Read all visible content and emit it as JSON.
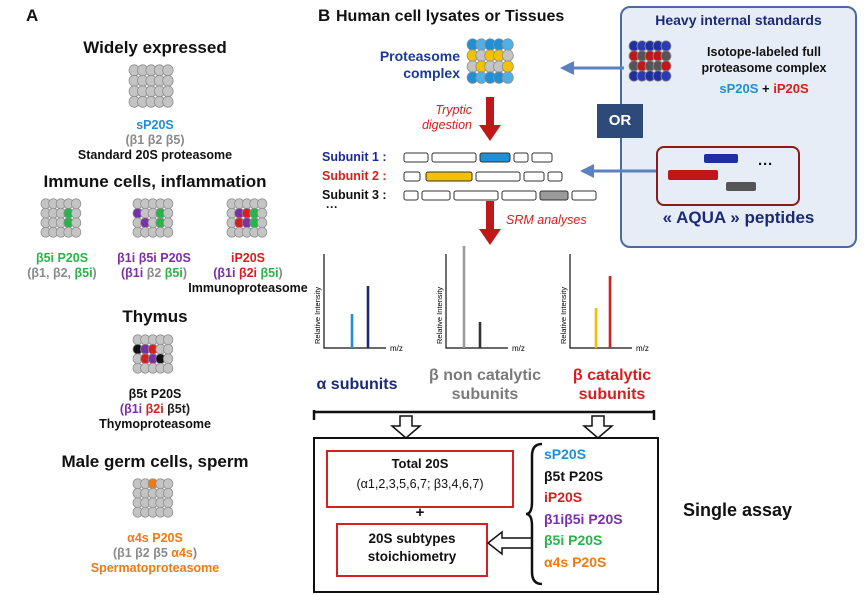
{
  "panelA": {
    "letter": "A",
    "widely": {
      "heading": "Widely expressed",
      "name": "sP20S",
      "subunits": [
        "(β1 β2 β5)"
      ],
      "desc": "Standard 20S proteasome"
    },
    "immune": {
      "heading": "Immune cells, inflammation",
      "b5i": {
        "name": "β5i P20S",
        "sub_grey": "(β1, β2, ",
        "sub_green": "β5i",
        "sub_end": ")"
      },
      "b1i": {
        "name": "β1i β5i P20S",
        "sub_purple": "(β1i",
        "sub_grey": " β2 ",
        "sub_green": "β5i",
        "sub_end": ")"
      },
      "ip": {
        "name": "iP20S",
        "sub_purple": "(β1i",
        "sub_red": " β2i ",
        "sub_green": "β5i",
        "sub_end": ")",
        "desc": "Immunoproteasome"
      }
    },
    "thymus": {
      "heading": "Thymus",
      "name": "β5t P20S",
      "sub_purple": "(β1i",
      "sub_red": " β2i ",
      "sub_dark": "β5t)",
      "desc": "Thymoproteasome"
    },
    "male": {
      "heading": "Male germ cells, sperm",
      "name": "α4s P20S",
      "sub_grey": "(β1 β2 β5 ",
      "sub_orange": "α4s",
      "sub_end": ")",
      "desc": "Spermatoproteasome"
    }
  },
  "panelB": {
    "letter": "B",
    "title": "Human cell lysates or Tissues",
    "proteasome_label": [
      "Proteasome",
      "complex"
    ],
    "tryptic": [
      "Tryptic",
      "digestion"
    ],
    "subunits": [
      "Subunit 1 :",
      "Subunit 2 :",
      "Subunit 3 :",
      "···"
    ],
    "srm": "SRM analyses",
    "heavy": {
      "title": "Heavy internal standards",
      "iso": [
        "Isotope-labeled full",
        "proteasome complex"
      ],
      "sp20s": "sP20S",
      "plus": " + ",
      "ip20s": "iP20S",
      "or": "OR",
      "dots": "···",
      "aqua": "« AQUA » peptides"
    },
    "spectra": {
      "ylabel": "Relative Intensity",
      "xlabel": "m/z"
    },
    "categories": {
      "alpha": "α subunits",
      "beta_nc": [
        "β non catalytic",
        "subunits"
      ],
      "beta_c": [
        "β catalytic",
        "subunits"
      ]
    },
    "total": {
      "title": "Total 20S",
      "formula": "(α1,2,3,5,6,7; β3,4,6,7)",
      "plus": "+",
      "subtypes": [
        "20S subtypes",
        "stoichiometry"
      ]
    },
    "list": [
      "sP20S",
      "β5t P20S",
      "iP20S",
      "β1iβ5i P20S",
      "β5i P20S",
      "α4s P20S"
    ],
    "single_assay": "Single assay"
  },
  "colors": {
    "blue": "#1f8fd6",
    "navy": "#1a2a78",
    "red": "#d81e1e",
    "purple": "#7b2fa8",
    "green": "#2ab34a",
    "orange": "#f07a12",
    "yellow": "#f2c200",
    "grey": "#9a9a9a"
  }
}
